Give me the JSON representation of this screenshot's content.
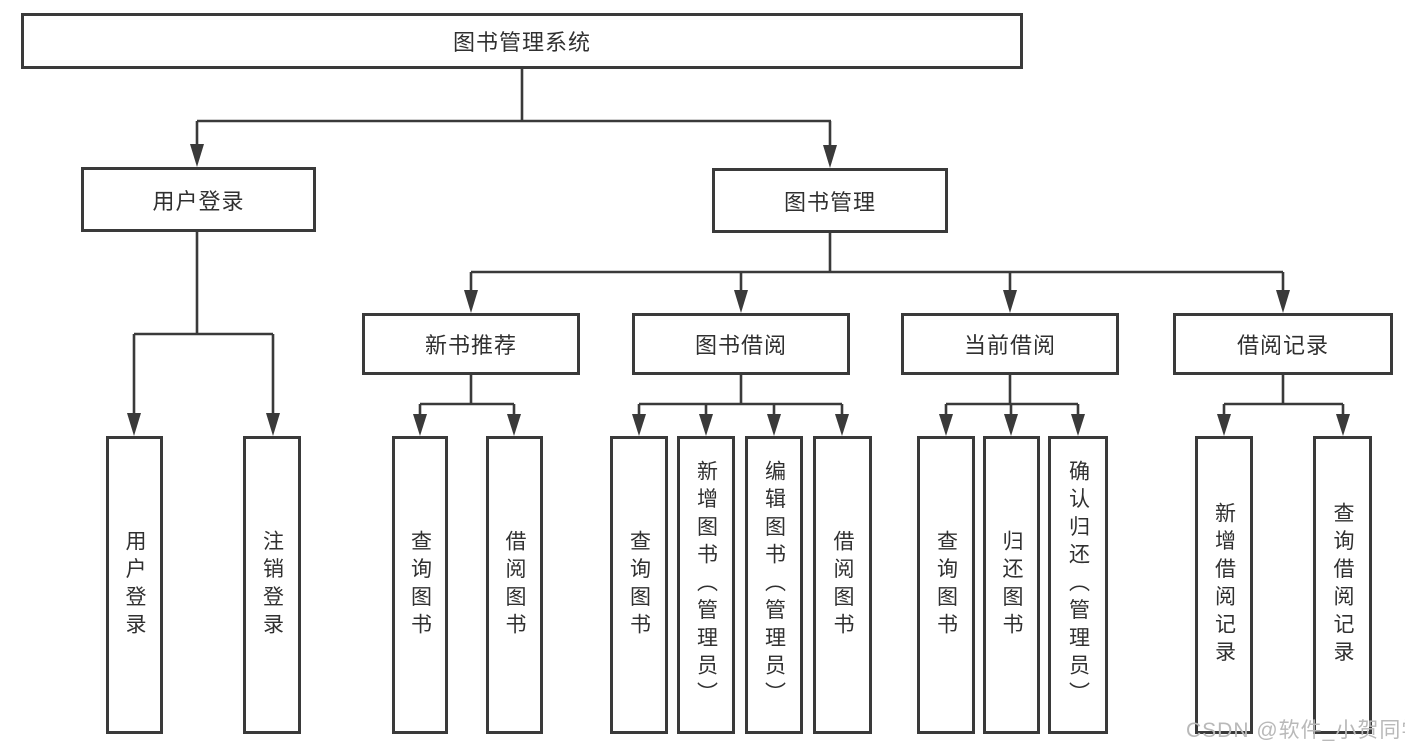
{
  "colors": {
    "line": "#3a3a3a",
    "box_border": "#3a3a3a",
    "text": "#303030",
    "watermark": "#b9b9b9",
    "background": "#ffffff"
  },
  "tree": {
    "root": {
      "label": "图书管理系统"
    },
    "branches": [
      {
        "label": "用户登录",
        "children": [
          {
            "label": "用户登录"
          },
          {
            "label": "注销登录"
          }
        ]
      },
      {
        "label": "图书管理",
        "children": [
          {
            "label": "新书推荐",
            "children": [
              {
                "label": "查询图书"
              },
              {
                "label": "借阅图书"
              }
            ]
          },
          {
            "label": "图书借阅",
            "children": [
              {
                "label": "查询图书"
              },
              {
                "label": "新增图书（管理员）"
              },
              {
                "label": "编辑图书（管理员）"
              },
              {
                "label": "借阅图书"
              }
            ]
          },
          {
            "label": "当前借阅",
            "children": [
              {
                "label": "查询图书"
              },
              {
                "label": "归还图书"
              },
              {
                "label": "确认归还（管理员）"
              }
            ]
          },
          {
            "label": "借阅记录",
            "children": [
              {
                "label": "新增借阅记录"
              },
              {
                "label": "查询借阅记录"
              }
            ]
          }
        ]
      }
    ]
  },
  "watermark": {
    "text": "CSDN @软件_小贺同学"
  }
}
